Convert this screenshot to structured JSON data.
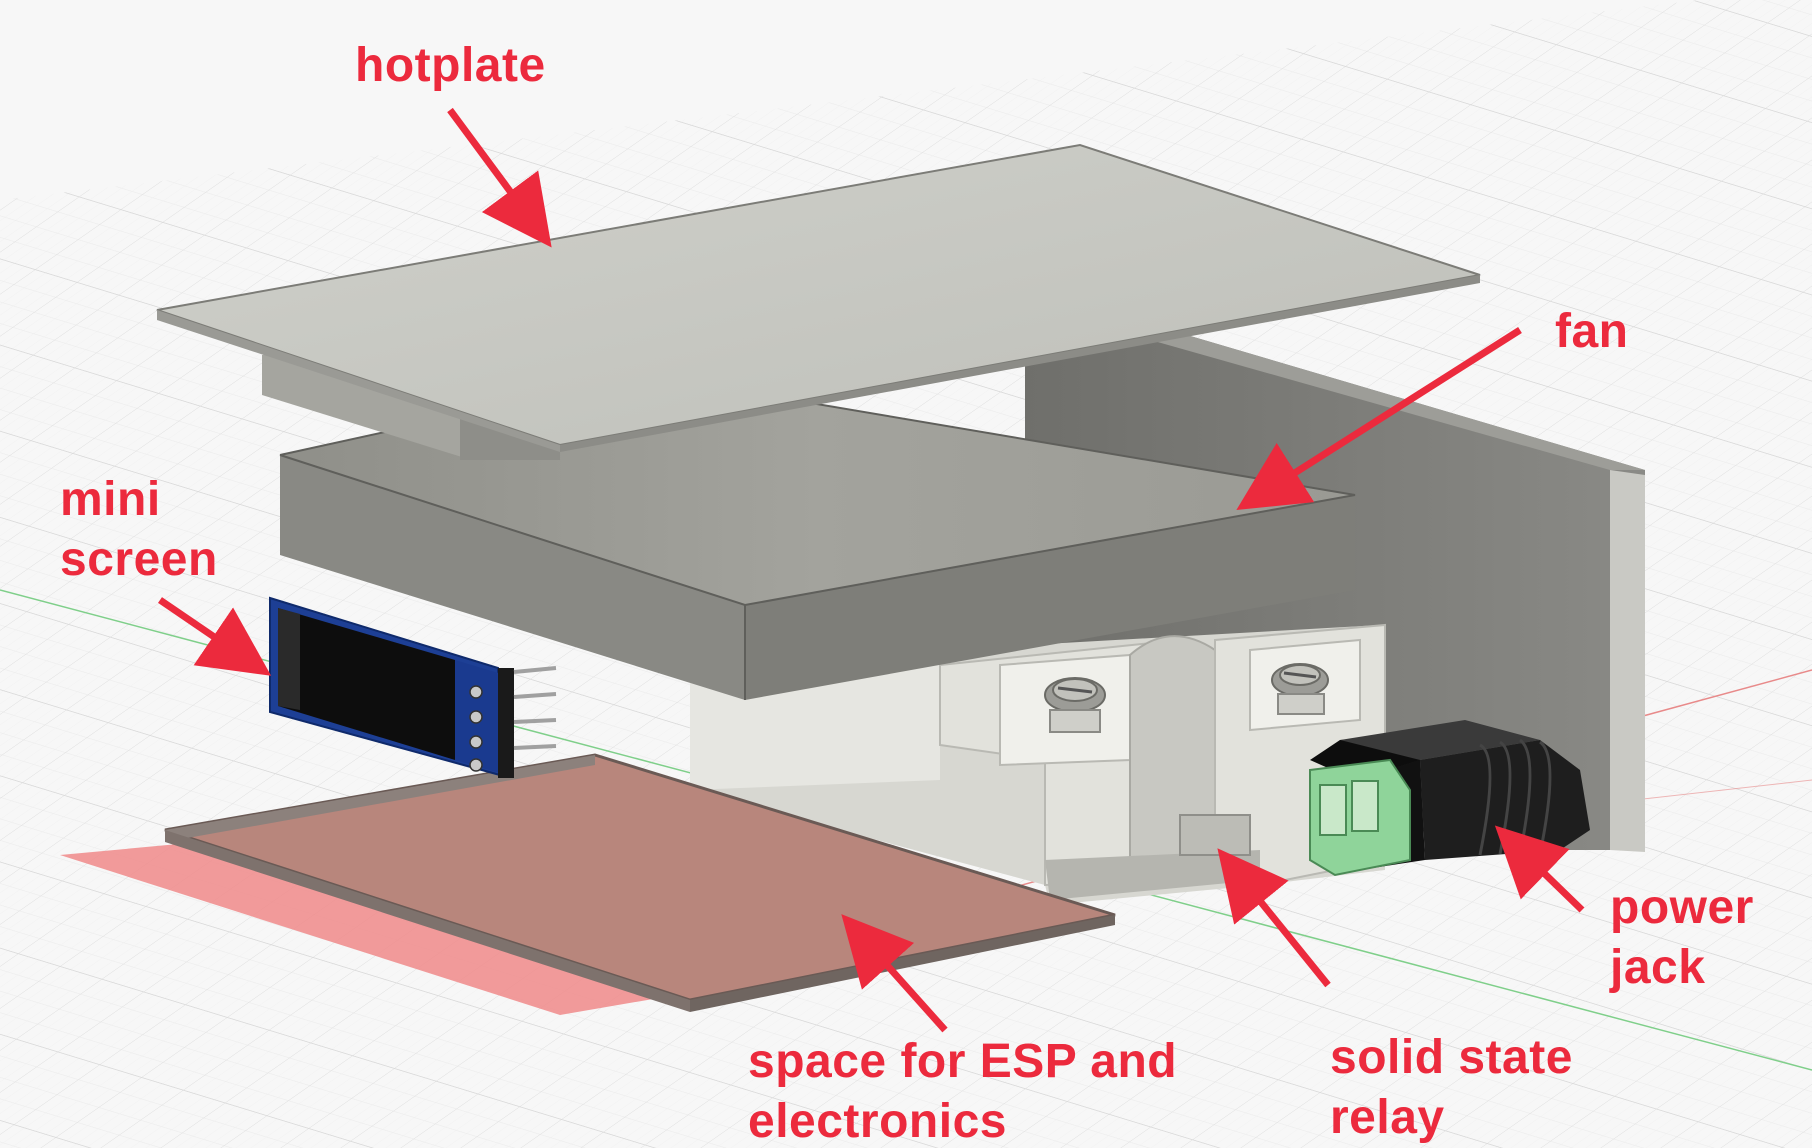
{
  "labels": {
    "hotplate": [
      "hotplate"
    ],
    "fan": [
      "fan"
    ],
    "mini_screen": [
      "mini",
      "screen"
    ],
    "space": [
      "space for ESP and",
      "electronics"
    ],
    "relay": [
      "solid state",
      "relay"
    ],
    "power_jack": [
      "power",
      "jack"
    ]
  },
  "colors": {
    "annotation": "#ec2a3d",
    "background": "#f7f7f7",
    "grid": "#dcdcdc",
    "axis_green": "#7fcf8a",
    "axis_red": "#e88a8a",
    "hotplate_top": "#c6c7c1",
    "fan_top": "#9c9c96",
    "relay_body": "#deded8",
    "pcb_blue": "#1d3f95",
    "screen_black": "#0d0d0d",
    "terminal_green": "#8fd49a",
    "jack_black": "#151515",
    "electronics_zone": "#b8867c",
    "electronics_shadow": "#f08a8a"
  },
  "icons": {
    "screw": "screw-icon",
    "pin": "pin-header-icon"
  }
}
